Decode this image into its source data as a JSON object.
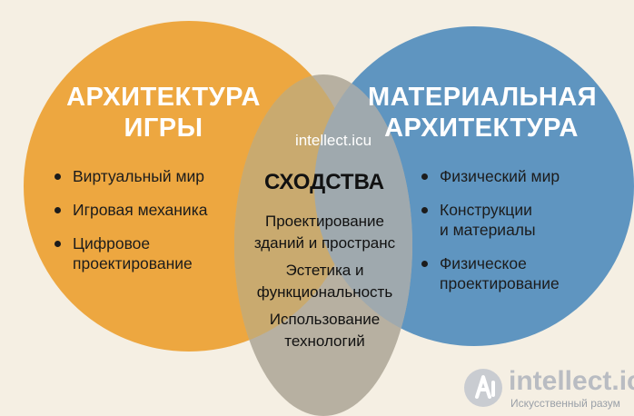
{
  "colors": {
    "background": "#f5efe3",
    "left_circle": "#eda740",
    "right_circle": "#5f95c0",
    "middle_ellipse": "#b7b0a1",
    "overlap_tint": "#c9aa6f"
  },
  "left": {
    "title_line1": "АРХИТЕКТУРА",
    "title_line2": "ИГРЫ",
    "items": [
      {
        "line1": "Виртуальный мир",
        "line2": ""
      },
      {
        "line1": "Игровая механика",
        "line2": ""
      },
      {
        "line1": "Цифровое",
        "line2": "проектирование"
      }
    ]
  },
  "right": {
    "title_line1": "МАТЕРИАЛЬНАЯ",
    "title_line2": "АРХИТЕКТУРА",
    "items": [
      {
        "line1": "Физический мир",
        "line2": ""
      },
      {
        "line1": "Конструкции",
        "line2": "и материалы"
      },
      {
        "line1": "Физическое",
        "line2": "проектирование"
      }
    ]
  },
  "middle": {
    "title": "СХОДСТВА",
    "items": [
      {
        "line1": "Проектирование",
        "line2": "зданий и пространс"
      },
      {
        "line1": "Эстетика и",
        "line2": "функциональность"
      },
      {
        "line1": "Использование",
        "line2": "технологий"
      }
    ]
  },
  "watermark": {
    "top_text": "intellect.icu",
    "logo_text": "intellect.icu",
    "logo_subtext": "Искусственный разум",
    "logo_icon": "brain-ai-icon"
  }
}
